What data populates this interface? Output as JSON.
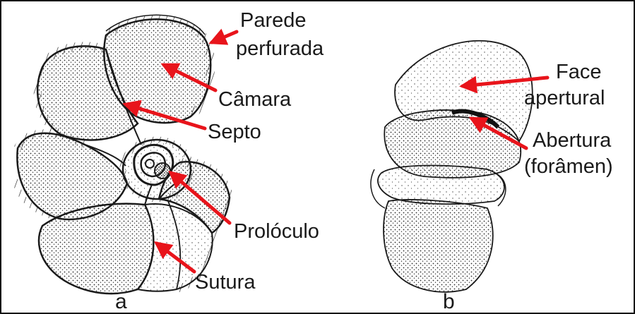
{
  "figure": {
    "panels": [
      {
        "id": "a",
        "label": "a"
      },
      {
        "id": "b",
        "label": "b"
      }
    ],
    "annotations": {
      "parede_line1": "Parede",
      "parede_line2": "perfurada",
      "camara": "Câmara",
      "septo": "Septo",
      "proloculo": "Prolóculo",
      "sutura": "Sutura",
      "face_line1": "Face",
      "face_line2": "apertural",
      "abertura_line1": "Abertura",
      "abertura_line2": "(forâmen)"
    },
    "colors": {
      "arrow": "#e8141b",
      "ink": "#1a1a1a",
      "stipple": "#2b2b2b",
      "background": "#ffffff"
    }
  }
}
